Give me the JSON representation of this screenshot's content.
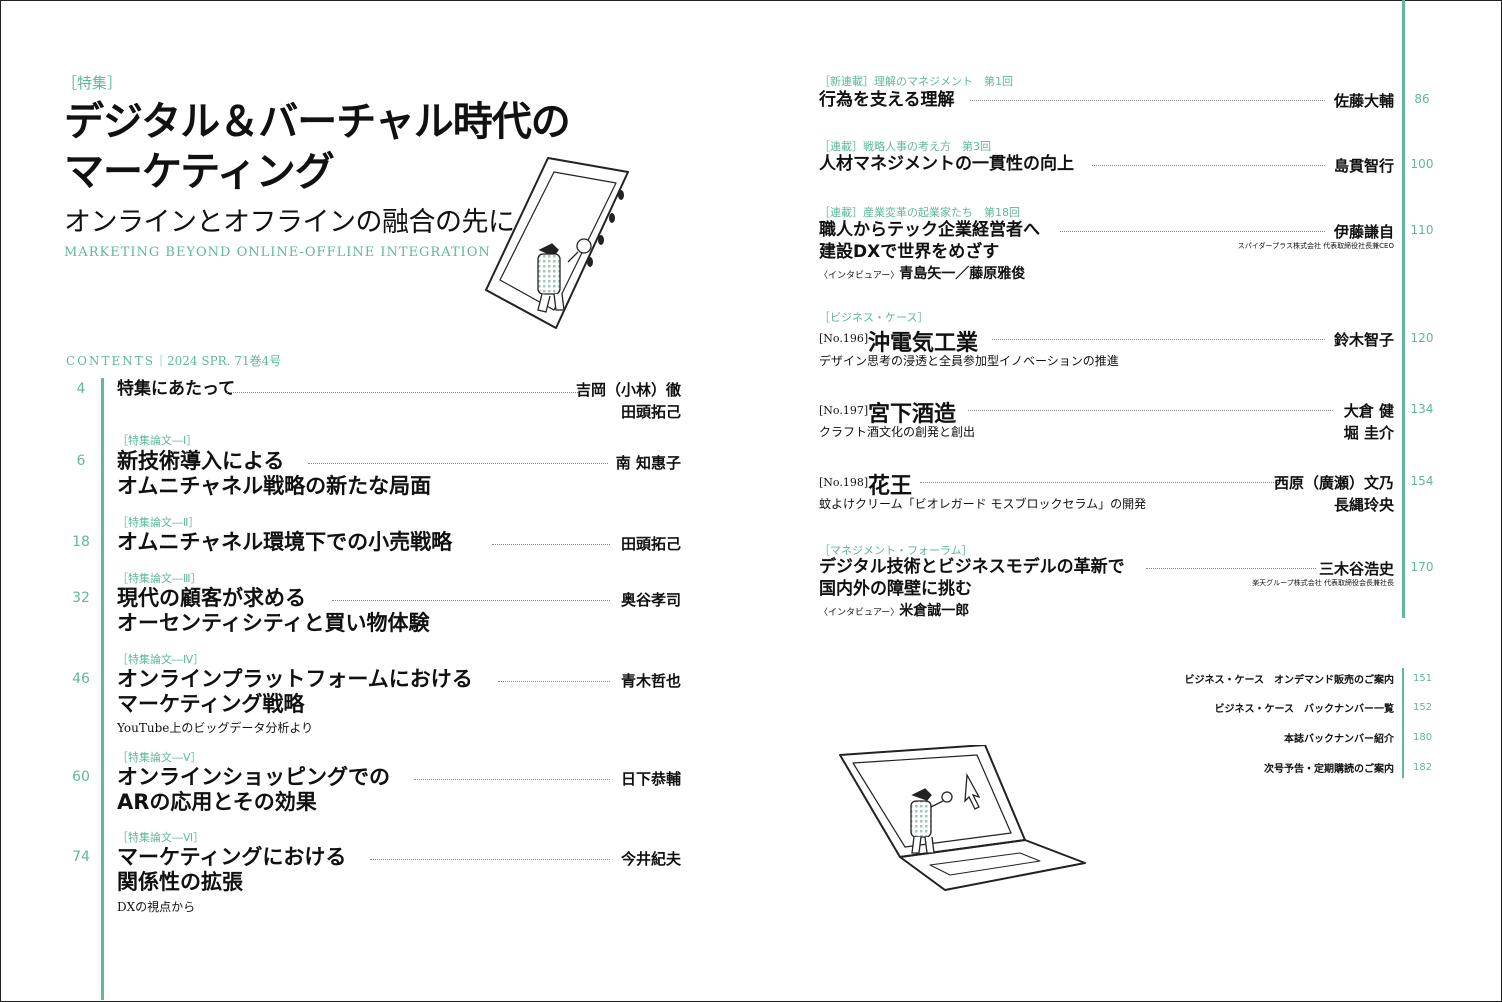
{
  "feature": {
    "tag": "［特集］",
    "title_line1": "デジタル＆バーチャル時代の",
    "title_line2": "マーケティング",
    "subtitle": "オンラインとオフラインの融合の先に",
    "english": "MARKETING BEYOND ONLINE-OFFLINE INTEGRATION"
  },
  "contents_header": {
    "label": "CONTENTS",
    "issue": "｜2024 SPR. 71巻4号"
  },
  "left_items": [
    {
      "page": "4",
      "label": "",
      "title1": "特集にあたって",
      "title2": "",
      "author1": "吉岡（小林）徹",
      "author2": "田頭拓己",
      "sub": ""
    },
    {
      "page": "6",
      "label": "［特集論文―Ⅰ］",
      "title1": "新技術導入による",
      "title2": "オムニチャネル戦略の新たな局面",
      "author1": "南 知惠子",
      "author2": "",
      "sub": ""
    },
    {
      "page": "18",
      "label": "［特集論文―Ⅱ］",
      "title1": "オムニチャネル環境下での小売戦略",
      "title2": "",
      "author1": "田頭拓己",
      "author2": "",
      "sub": ""
    },
    {
      "page": "32",
      "label": "［特集論文―Ⅲ］",
      "title1": "現代の顧客が求める",
      "title2": "オーセンティシティと買い物体験",
      "author1": "奥谷孝司",
      "author2": "",
      "sub": ""
    },
    {
      "page": "46",
      "label": "［特集論文―Ⅳ］",
      "title1": "オンラインプラットフォームにおける",
      "title2": "マーケティング戦略",
      "author1": "青木哲也",
      "author2": "",
      "sub": "YouTube上のビッグデータ分析より"
    },
    {
      "page": "60",
      "label": "［特集論文―Ⅴ］",
      "title1": "オンラインショッピングでの",
      "title2": "ARの応用とその効果",
      "author1": "日下恭輔",
      "author2": "",
      "sub": ""
    },
    {
      "page": "74",
      "label": "［特集論文―Ⅵ］",
      "title1": "マーケティングにおける",
      "title2": "関係性の拡張",
      "author1": "今井紀夫",
      "author2": "",
      "sub": "DXの視点から"
    }
  ],
  "right_items": {
    "r1": {
      "label": "［新連載］理解のマネジメント　第1回",
      "title": "行為を支える理解",
      "author": "佐藤大輔",
      "page": "86"
    },
    "r2": {
      "label": "［連載］戦略人事の考え方　第3回",
      "title": "人材マネジメントの一貫性の向上",
      "author": "島貫智行",
      "page": "100"
    },
    "r3": {
      "label": "［連載］産業変革の起業家たち　第18回",
      "title1": "職人からテック企業経営者へ",
      "title2": "建設DXで世界をめざす",
      "interviewer_label": "〈インタビュアー〉",
      "interviewer": "青島矢一／藤原雅俊",
      "author": "伊藤謙自",
      "affiliation": "スパイダープラス株式会社 代表取締役社長兼CEO",
      "page": "110"
    },
    "r4": {
      "label": "［ビジネス・ケース］",
      "no": "[No.196]",
      "title": "沖電気工業",
      "sub": "デザイン思考の浸透と全員参加型イノベーションの推進",
      "author": "鈴木智子",
      "page": "120"
    },
    "r5": {
      "no": "[No.197]",
      "title": "宮下酒造",
      "sub": "クラフト酒文化の創発と創出",
      "author1": "大倉 健",
      "author2": "堀 圭介",
      "page": "134"
    },
    "r6": {
      "no": "[No.198]",
      "title": "花王",
      "sub": "蚊よけクリーム「ビオレガード モスブロックセラム」の開発",
      "author1": "西原（廣瀬）文乃",
      "author2": "長縄玲央",
      "page": "154"
    },
    "r7": {
      "label": "［マネジメント・フォーラム］",
      "title1": "デジタル技術とビジネスモデルの革新で",
      "title2": "国内外の障壁に挑む",
      "interviewer_label": "〈インタビュアー〉",
      "interviewer": "米倉誠一郎",
      "author": "三木谷浩史",
      "affiliation": "楽天グループ株式会社 代表取締役会長兼社長",
      "page": "170"
    }
  },
  "misc": [
    {
      "text": "ビジネス・ケース　オンデマンド販売のご案内",
      "page": "151"
    },
    {
      "text": "ビジネス・ケース　バックナンバー一覧",
      "page": "152"
    },
    {
      "text": "本誌バックナンバー紹介",
      "page": "180"
    },
    {
      "text": "次号予告・定期購読のご案内",
      "page": "182"
    }
  ],
  "colors": {
    "accent": "#5fb89a",
    "text": "#111111"
  },
  "icons": [
    "smartphone-detective-illustration",
    "laptop-detective-illustration"
  ]
}
